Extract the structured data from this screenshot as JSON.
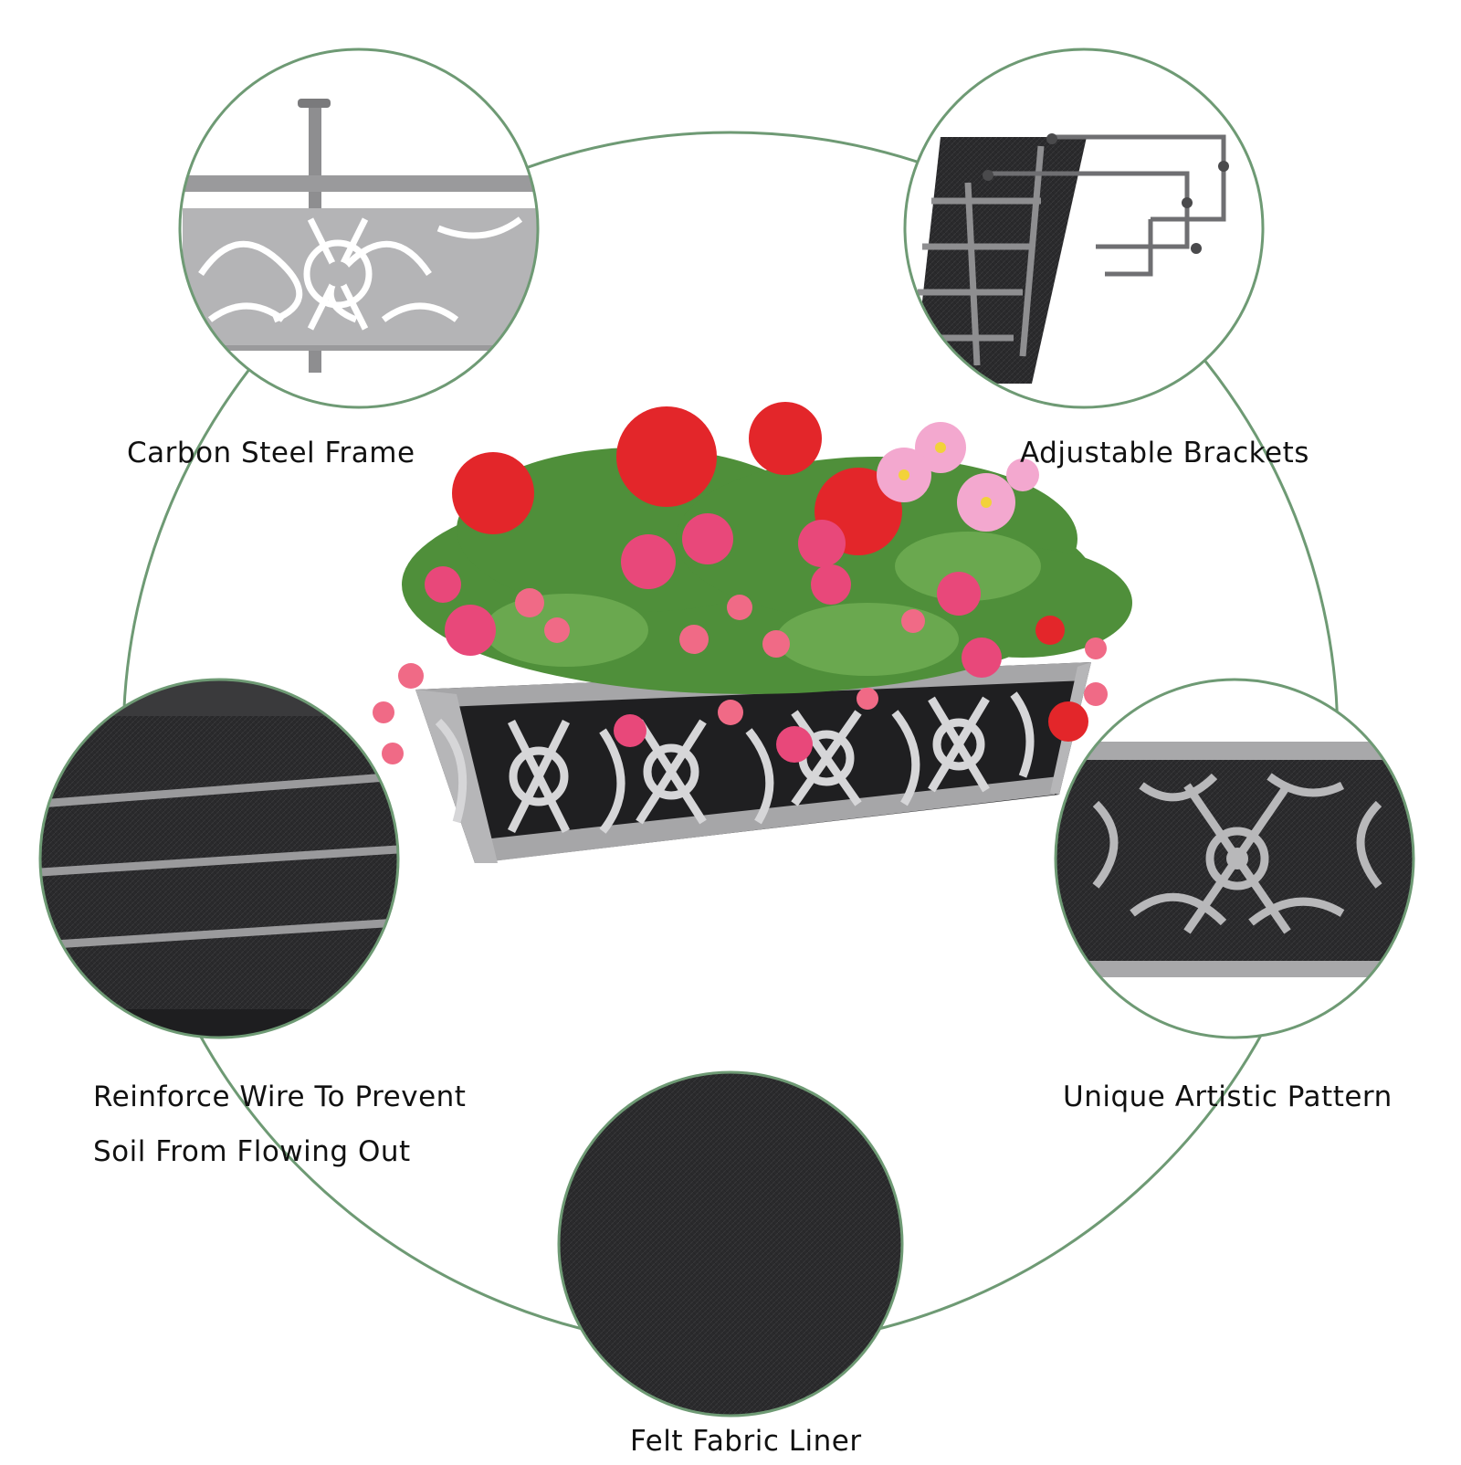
{
  "features": {
    "carbon_steel_frame": "Carbon Steel Frame",
    "adjustable_brackets": "Adjustable Brackets",
    "reinforce_wire_line1": "Reinforce Wire To Prevent",
    "reinforce_wire_line2": "Soil From Flowing Out",
    "unique_pattern": "Unique Artistic Pattern",
    "felt_liner": "Felt Fabric Liner"
  },
  "colors": {
    "ring": "#6e9a74",
    "steel": "#9a9a9c",
    "felt": "#2a2a2c",
    "flower_red": "#e3262a",
    "flower_pink": "#e8487a",
    "flower_light_pink": "#f3a8cf",
    "leaf_green": "#4f8f3a"
  }
}
